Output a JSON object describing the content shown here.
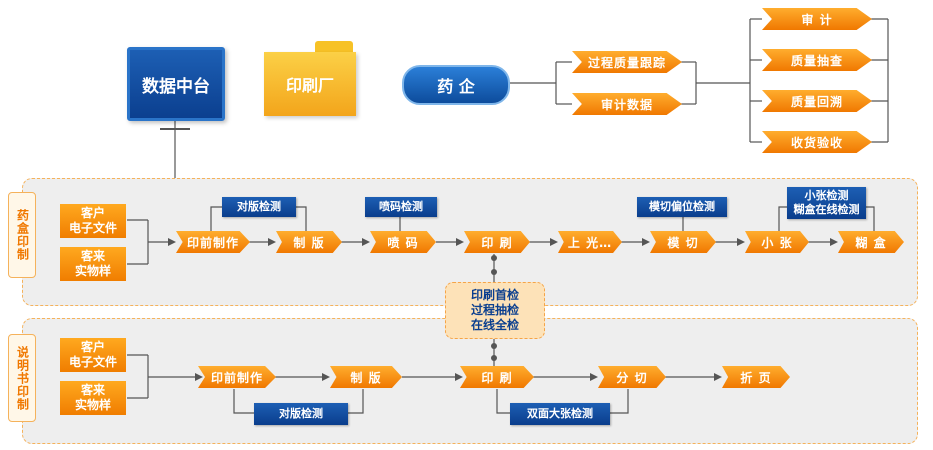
{
  "top": {
    "data_platform": "数据中台",
    "print_factory": "印刷厂",
    "pharma": "药 企",
    "middle": [
      "过程质量跟踪",
      "审计数据"
    ],
    "right": [
      "审 计",
      "质量抽查",
      "质量回溯",
      "收货验收"
    ]
  },
  "box_section": {
    "side_label": "药盒印制",
    "inputs": [
      "客户\n电子文件",
      "客来\n实物样"
    ],
    "steps": [
      "印前制作",
      "制 版",
      "喷 码",
      "印 刷",
      "上 光…",
      "模 切",
      "小 张",
      "糊 盒"
    ],
    "checks": [
      "对版检测",
      "喷码检测",
      "模切偏位检测",
      "小张检测\n糊盒在线检测"
    ]
  },
  "center_check": "印刷首检\n过程抽检\n在线全检",
  "manual_section": {
    "side_label": "说明书印制",
    "inputs": [
      "客户\n电子文件",
      "客来\n实物样"
    ],
    "steps": [
      "印前制作",
      "制 版",
      "印 刷",
      "分 切",
      "折 页"
    ],
    "checks": [
      "对版检测",
      "双面大张检测"
    ]
  },
  "colors": {
    "orange": "#f07800",
    "blue": "#0b3f8f",
    "panel": "#eeeeee"
  }
}
